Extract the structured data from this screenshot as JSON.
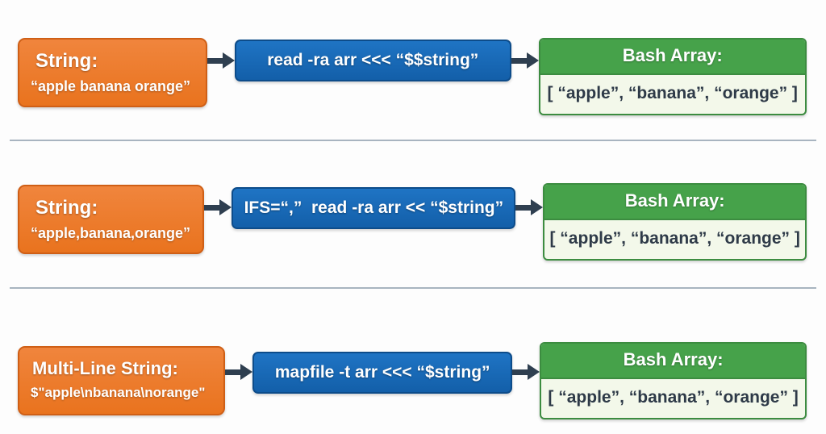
{
  "rows": [
    {
      "input": {
        "title": "String:",
        "value": "“apple banana orange”"
      },
      "command": "read -ra arr <<< “$$string”",
      "output": {
        "title": "Bash Array:",
        "value": "[ “apple”, “banana”, “orange” ]"
      }
    },
    {
      "input": {
        "title": "String:",
        "value": "“apple,banana,orange”"
      },
      "command": "IFS=“,”  read -ra arr << “$string”",
      "output": {
        "title": "Bash Array:",
        "value": "[ “apple”, “banana”, “orange” ]"
      }
    },
    {
      "input": {
        "title": "Multi-Line String:",
        "value": "$\"apple\\nbanana\\norange\""
      },
      "command": "mapfile -t arr <<< “$string”",
      "output": {
        "title": "Bash Array:",
        "value": "[ “apple”, “banana”, “orange” ]"
      }
    }
  ],
  "icons": {
    "arrow": "right-arrow-icon"
  },
  "colors": {
    "input_box": "#ee7b28",
    "input_border": "#cf5f16",
    "command_box": "#1566b3",
    "command_border": "#0d4c8a",
    "output_header": "#46a24a",
    "output_border": "#3c8c40",
    "output_body": "#f3f8ea",
    "output_text": "#2e3a48",
    "arrow": "#2f3f50",
    "divider": "#a8b4c0"
  }
}
